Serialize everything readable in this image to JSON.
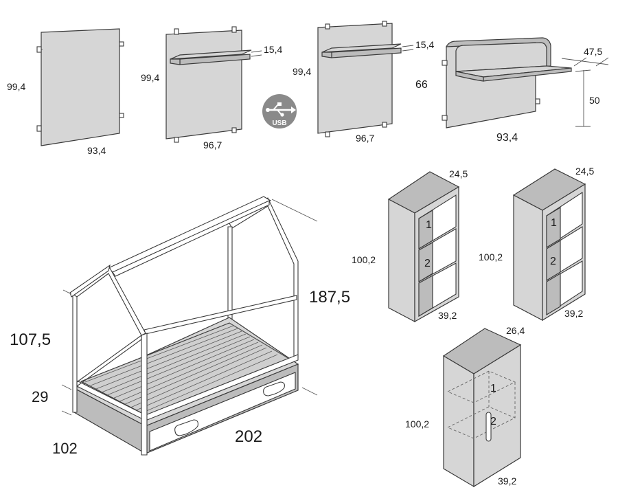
{
  "panels": {
    "panel1": {
      "height": "99,4",
      "width": "93,4"
    },
    "panel2": {
      "height": "99,4",
      "width": "96,7",
      "shelf_depth": "15,4"
    },
    "panel3": {
      "height": "99,4",
      "width": "96,7",
      "shelf_depth": "15,4"
    },
    "desk": {
      "panel_height": "66",
      "width": "93,4",
      "depth": "47,5",
      "desk_height": "50"
    }
  },
  "usb_badge": {
    "label": "USB",
    "icon": "usb-icon"
  },
  "bed": {
    "total_height": "187,5",
    "frame_height": "107,5",
    "trundle_height": "29",
    "width": "102",
    "length": "202"
  },
  "bookcase_a": {
    "height": "100,2",
    "depth": "24,5",
    "width": "39,2",
    "compartments": [
      "1",
      "2"
    ]
  },
  "bookcase_b": {
    "height": "100,2",
    "depth": "24,5",
    "width": "39,2",
    "compartments": [
      "1",
      "2"
    ]
  },
  "cabinet": {
    "height": "100,2",
    "depth": "26,4",
    "width": "39,2",
    "compartments": [
      "1",
      "2"
    ]
  }
}
